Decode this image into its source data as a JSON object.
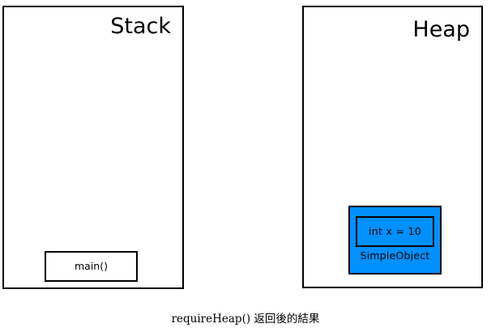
{
  "diagram": {
    "caption": "requireHeap() 返回後的結果",
    "colors": {
      "object_fill": "#0090FF",
      "border": "#000000",
      "background": "#FFFFFF"
    },
    "regions": [
      {
        "id": "stack",
        "title": "Stack",
        "frames": [
          {
            "label": "main()"
          }
        ]
      },
      {
        "id": "heap",
        "title": "Heap",
        "objects": [
          {
            "name": "SimpleObject",
            "fields": [
              {
                "text": "int x = 10"
              }
            ]
          }
        ]
      }
    ]
  }
}
